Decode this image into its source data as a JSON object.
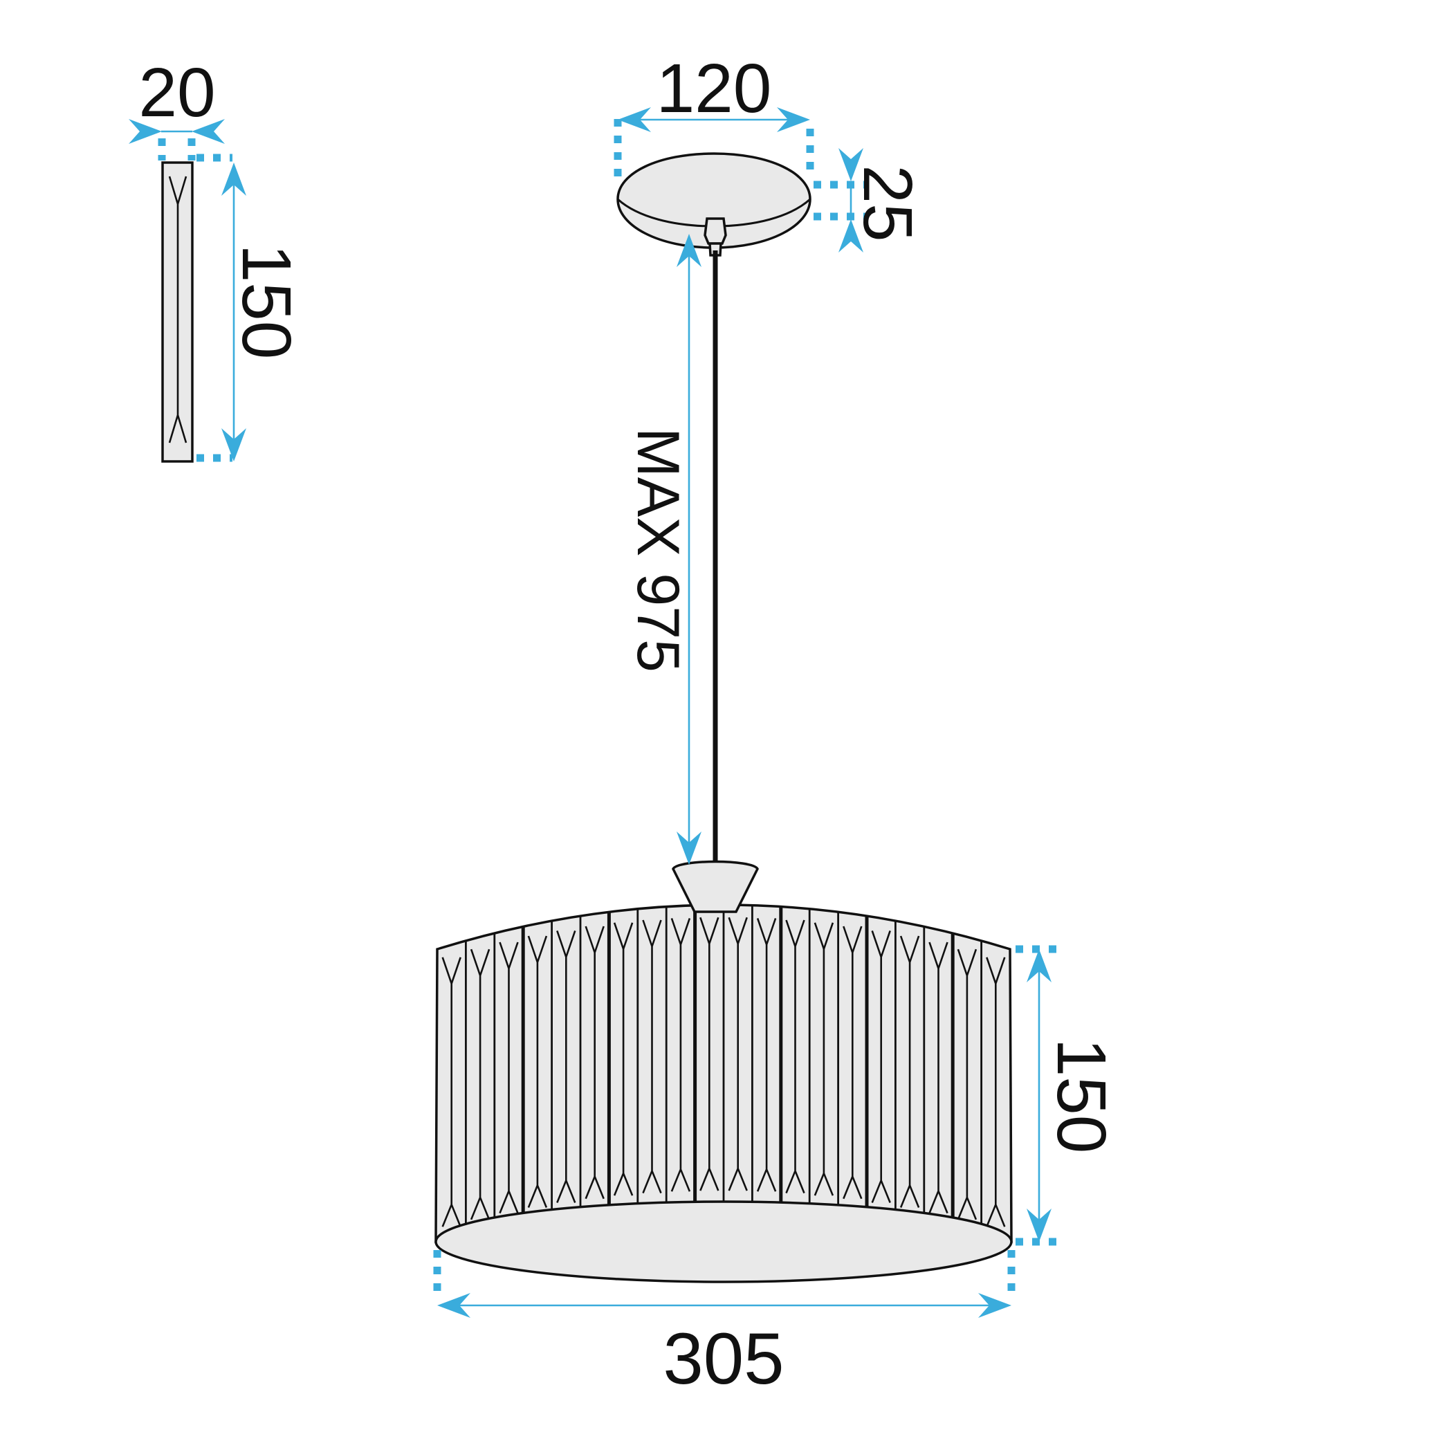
{
  "diagram": {
    "labels": {
      "crystal_width": "20",
      "crystal_height": "150",
      "canopy_diameter": "120",
      "canopy_height": "25",
      "suspension_max_length": "MAX 975",
      "shade_height": "150",
      "shade_diameter": "305"
    },
    "shade": {
      "strip_count": 20
    },
    "colors": {
      "dimension_blue": "#3aacdc",
      "outline_black": "#111111",
      "fill_gray": "#e9e9e9"
    }
  }
}
